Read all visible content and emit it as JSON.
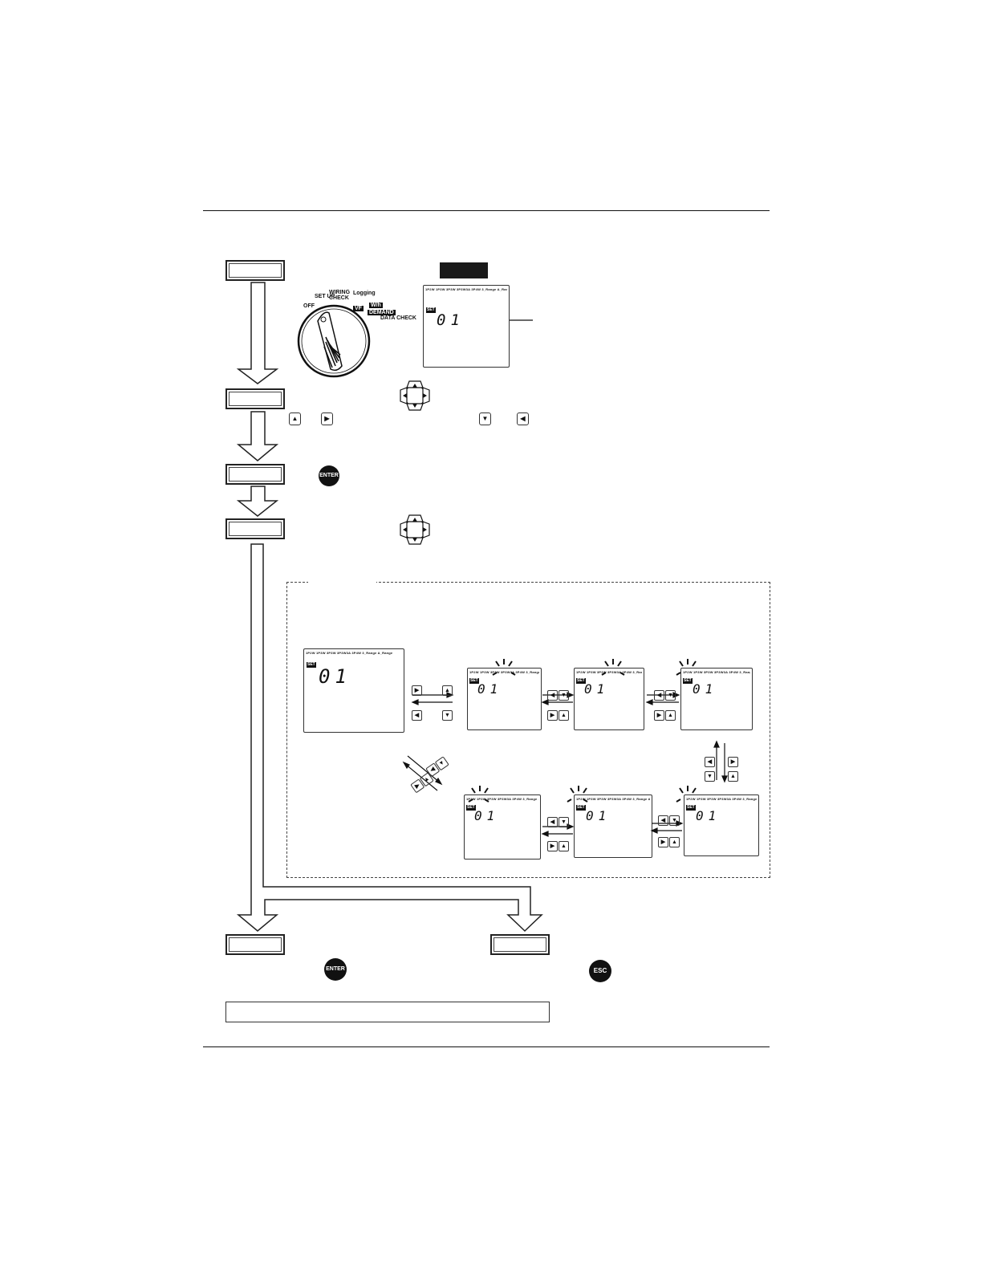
{
  "dial": {
    "positions": [
      "OFF",
      "SET UP",
      "WIRING CHECK",
      "Logging",
      "VF",
      "W/h",
      "DEMAND",
      "DATA CHECK"
    ]
  },
  "lcd": {
    "top_labels": "1P2W  1P3W  3P3W  3P3W3A  3P4W  3_Range   A_Range",
    "set_tag": "SET",
    "digits": "01"
  },
  "buttons": {
    "enter": "ENTER",
    "esc": "ESC"
  },
  "icons": {
    "up": "up-key-icon",
    "down": "down-key-icon",
    "left": "left-key-icon",
    "right": "right-key-icon",
    "cross_key": "cross-key-icon"
  }
}
